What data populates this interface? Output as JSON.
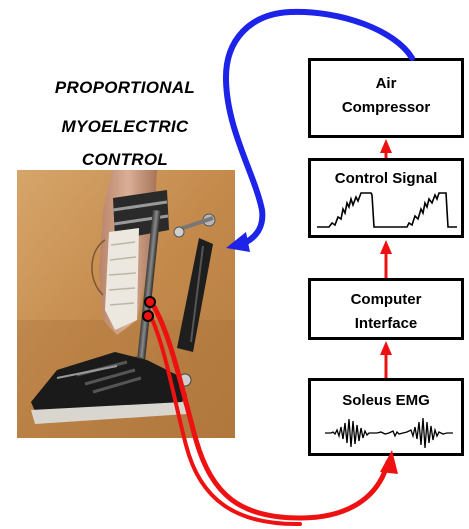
{
  "title": {
    "line1": "PROPORTIONAL",
    "line2": "MYOELECTRIC",
    "line3": "CONTROL"
  },
  "blocks": {
    "air_compressor": {
      "line1": "Air",
      "line2": "Compressor"
    },
    "control_signal": {
      "line1": "Control Signal"
    },
    "computer_interface": {
      "line1": "Computer",
      "line2": "Interface"
    },
    "soleus_emg": {
      "line1": "Soleus EMG"
    }
  },
  "colors": {
    "arrow_red": "#ee1111",
    "arrow_blue": "#1d23e8",
    "box_border": "#000000",
    "text": "#000000",
    "photo_background": "#c6904f"
  },
  "icons": {
    "photo": "ankle-foot-orthosis-photo",
    "waveform": "control-signal-waveform",
    "emg": "emg-signal-trace"
  }
}
